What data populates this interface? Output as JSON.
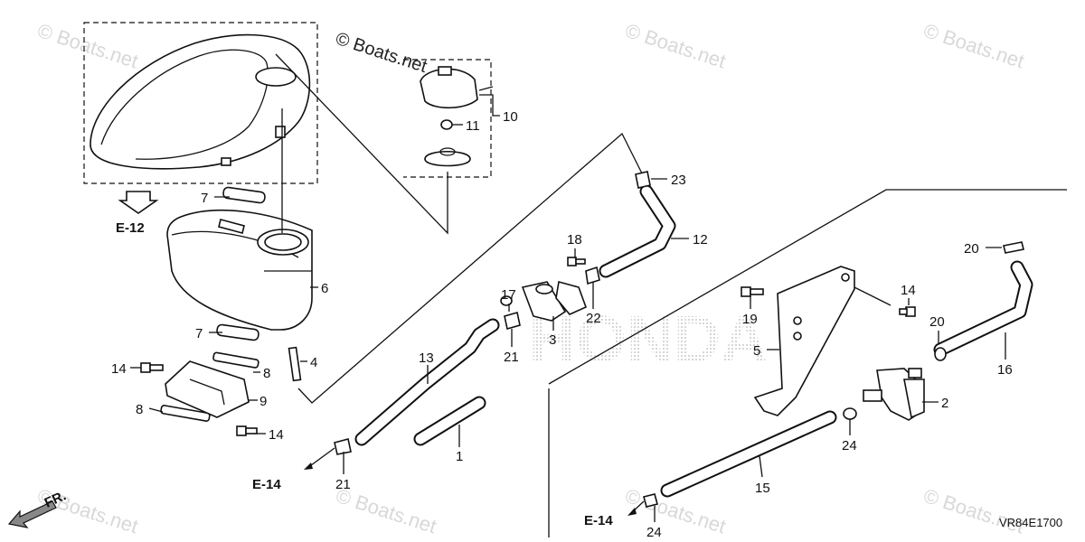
{
  "watermark": {
    "top": "© Boats.net",
    "repeat": "© Boats.net"
  },
  "brand_mark": "HONDA",
  "diagram_code": "VR84E1700",
  "direction_label": "FR.",
  "references": {
    "e12": "E-12",
    "e14_left": "E-14",
    "e14_right": "E-14"
  },
  "callouts": {
    "c1": "1",
    "c2": "2",
    "c3": "3",
    "c4": "4",
    "c5": "5",
    "c6": "6",
    "c7a": "7",
    "c7b": "7",
    "c8a": "8",
    "c8b": "8",
    "c9": "9",
    "c10": "10",
    "c11": "11",
    "c12": "12",
    "c13": "13",
    "c14a": "14",
    "c14b": "14",
    "c14c": "14",
    "c15": "15",
    "c16": "16",
    "c17": "17",
    "c18": "18",
    "c19": "19",
    "c20a": "20",
    "c20b": "20",
    "c21a": "21",
    "c21b": "21",
    "c22": "22",
    "c23": "23",
    "c24a": "24",
    "c24b": "24"
  }
}
